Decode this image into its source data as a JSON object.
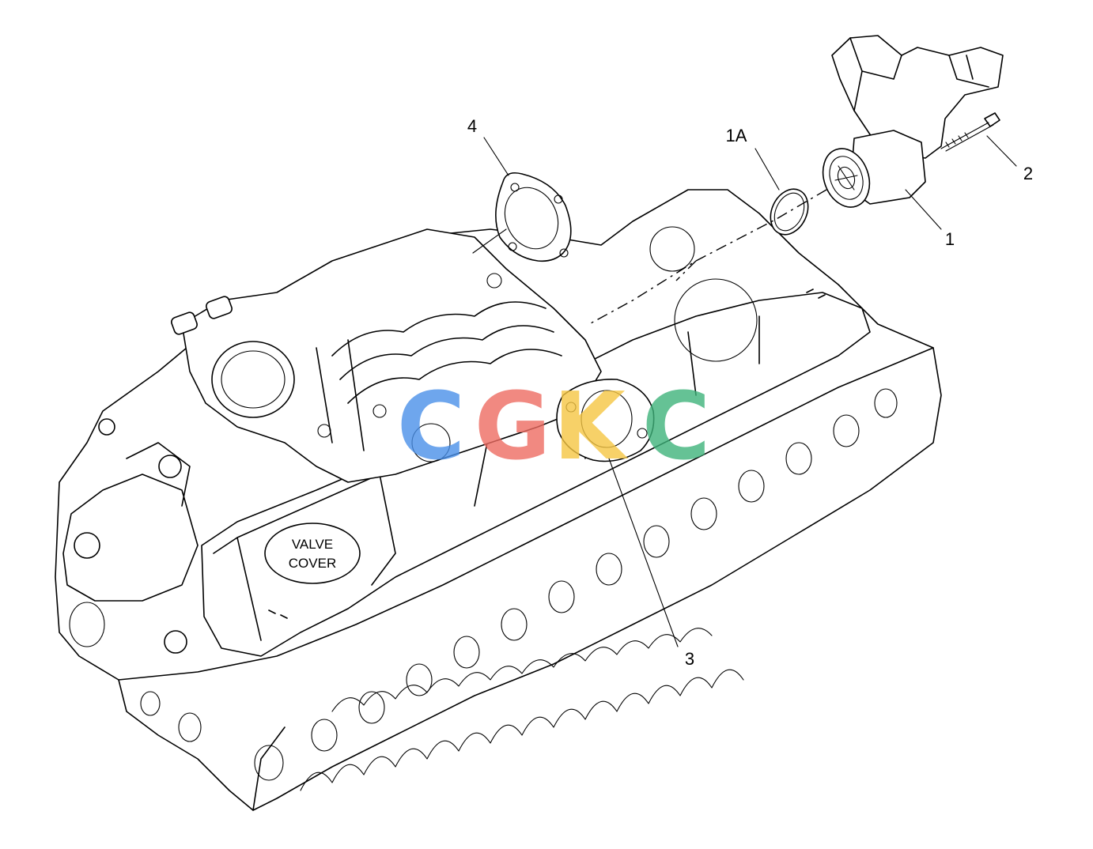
{
  "labels": {
    "part_1": "1",
    "part_1a": "1A",
    "part_2": "2",
    "part_3": "3",
    "part_4": "4",
    "valve_cover_line1": "VALVE",
    "valve_cover_line2": "COVER"
  },
  "watermark": {
    "letters": [
      "C",
      "G",
      "K",
      "C"
    ],
    "colors": [
      "#4a90e8",
      "#ee6b62",
      "#f5c542",
      "#3fb37a"
    ],
    "opacity": 0.8
  }
}
